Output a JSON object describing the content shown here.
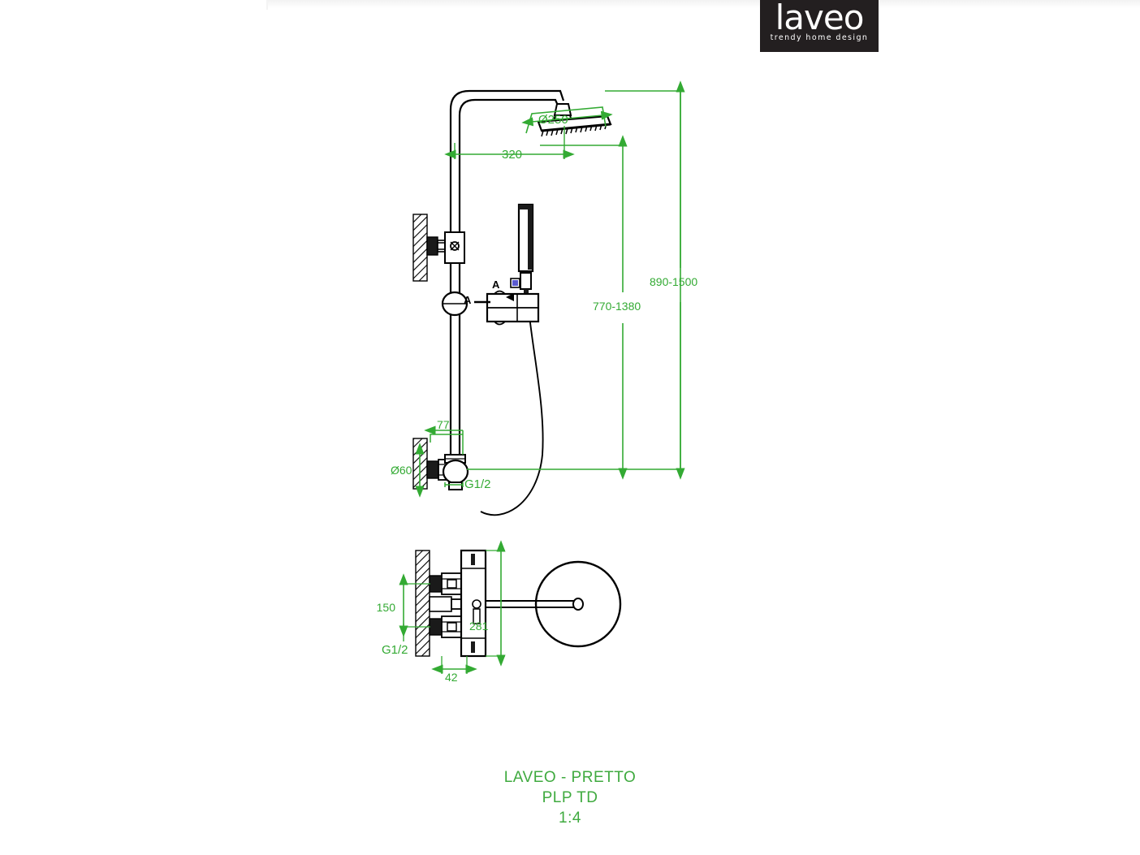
{
  "sheet": {
    "background_color": "#ffffff",
    "line_color": "#000000",
    "dimension_color": "#33aa33"
  },
  "logo": {
    "name": "laveo",
    "tagline": "trendy home design",
    "background_color": "#231f20",
    "text_color": "#ffffff"
  },
  "title_block": {
    "product": "LAVEO - PRETTO",
    "code": "PLP TD",
    "scale": "1:4"
  },
  "dimensions": {
    "head_diameter": "Ø250",
    "arm_reach": "320",
    "total_height_range": "890-1500",
    "valve_height_range": "770-1380",
    "inlet_offset": "77",
    "flange_diameter": "Ø60",
    "inlet_thread": "G1/2",
    "side_thread": "G1/2",
    "valve_spacing": "150",
    "body_height": "281",
    "body_depth": "42"
  },
  "section_marks": {
    "label_a_left": "A",
    "label_a_right": "A"
  },
  "views": {
    "front_elevation": "front-elevation-view",
    "side_elevation": "side-elevation-view"
  }
}
